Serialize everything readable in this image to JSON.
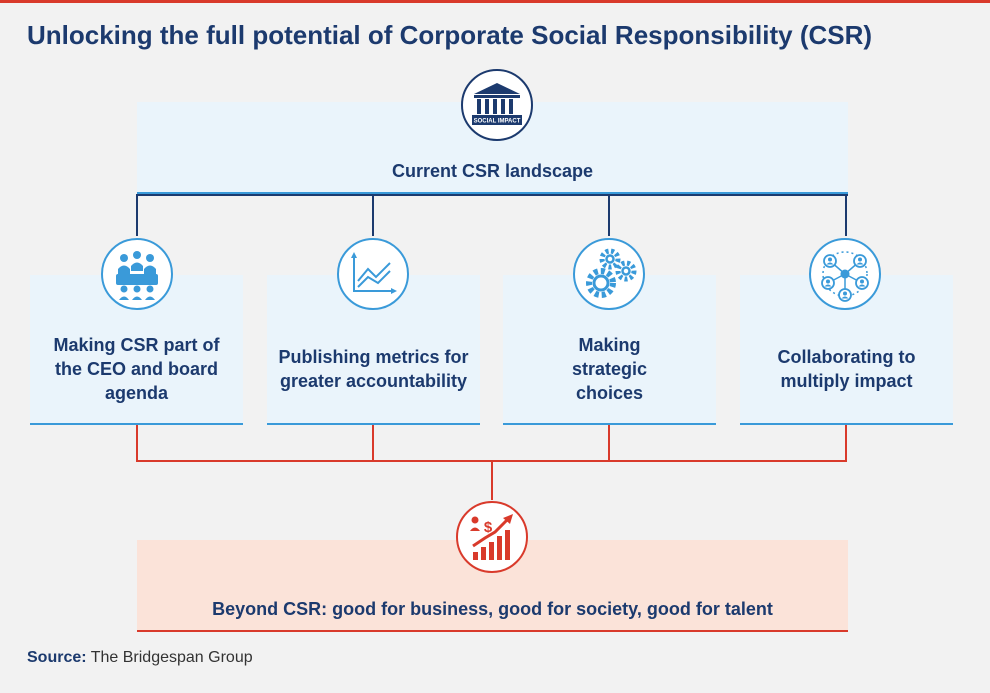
{
  "title": "Unlocking the full potential of Corporate Social Responsibility (CSR)",
  "top": {
    "label": "Current CSR landscape",
    "icon": "bank-building-icon",
    "icon_text": "SOCIAL IMPACT"
  },
  "cards": [
    {
      "label": "Making CSR part of the CEO and board agenda",
      "icon": "boardroom-meeting-icon"
    },
    {
      "label": "Publishing metrics for greater accountability",
      "icon": "line-chart-icon"
    },
    {
      "label": "Making strategic choices",
      "icon": "gears-icon"
    },
    {
      "label": "Collaborating to multiply impact",
      "icon": "network-people-icon"
    }
  ],
  "bottom": {
    "label": "Beyond CSR: good for business, good for society, good for talent",
    "icon": "growth-chart-dollar-icon"
  },
  "source": {
    "label": "Source:",
    "text": "The Bridgespan Group"
  },
  "colors": {
    "navy": "#1c3a6e",
    "blue": "#3a9ad9",
    "red": "#d93a2b",
    "light_blue": "#eaf4fb",
    "peach": "#fbe3d9"
  }
}
